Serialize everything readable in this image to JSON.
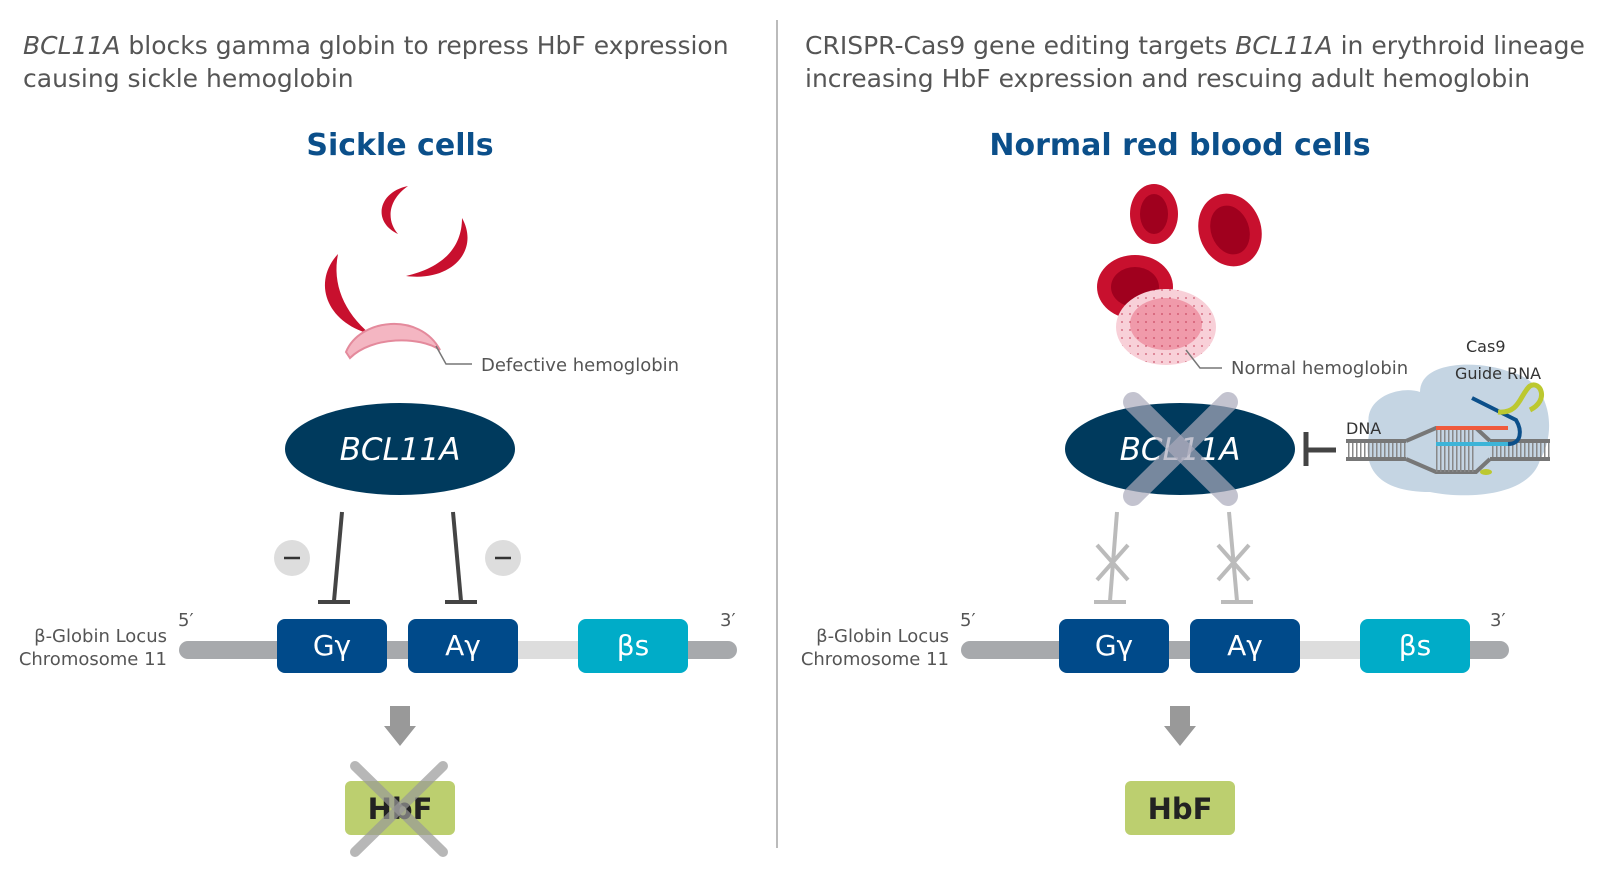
{
  "left": {
    "title_line1_italic": "BCL11A",
    "title_line1_rest": " blocks gamma globin to repress HbF expression",
    "title_line2": "causing sickle hemoglobin",
    "heading": "Sickle cells",
    "cell_label": "Defective hemoglobin",
    "repressor": "BCL11A",
    "locus_label_1": "β-Globin Locus",
    "locus_label_2": "Chromosome 11",
    "five_prime": "5′",
    "three_prime": "3′",
    "genes": [
      "Gγ",
      "Aγ",
      "βs"
    ],
    "product": "HbF",
    "product_blocked": true
  },
  "right": {
    "title_line1_pre": "CRISPR-Cas9 gene editing targets ",
    "title_line1_italic": "BCL11A",
    "title_line1_post": " in erythroid lineage",
    "title_line2": "increasing HbF expression and rescuing adult hemoglobin",
    "heading": "Normal red blood cells",
    "cell_label": "Normal hemoglobin",
    "repressor": "BCL11A",
    "repressor_blocked": true,
    "cas9_label": "Cas9",
    "guide_rna_label": "Guide RNA",
    "dna_label": "DNA",
    "locus_label_1": "β-Globin Locus",
    "locus_label_2": "Chromosome 11",
    "five_prime": "5′",
    "three_prime": "3′",
    "genes": [
      "Gγ",
      "Aγ",
      "βs"
    ],
    "product": "HbF",
    "product_blocked": false
  },
  "colors": {
    "heading": "#0b4f8a",
    "repressor": "#003a5d",
    "gamma_gene": "#004a8a",
    "beta_gene": "#00acc8",
    "hbf": "#bccf6f",
    "rbc": "#c8102e"
  }
}
